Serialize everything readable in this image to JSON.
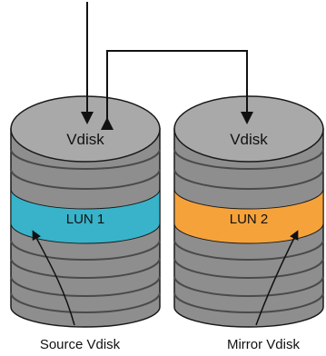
{
  "disks": [
    {
      "top_label": "Vdisk",
      "lun_label": "LUN 1",
      "lun_color": "#38b3c9",
      "caption": "Source Vdisk"
    },
    {
      "top_label": "Vdisk",
      "lun_label": "LUN 2",
      "lun_color": "#f6a23a",
      "caption": "Mirror Vdisk"
    }
  ],
  "colors": {
    "disk_top": "#a9a9a9",
    "disk_side": "#8e8e8e",
    "disk_groove": "#5a5a5a",
    "outline": "#1a1a1a",
    "arrow": "#111111"
  }
}
